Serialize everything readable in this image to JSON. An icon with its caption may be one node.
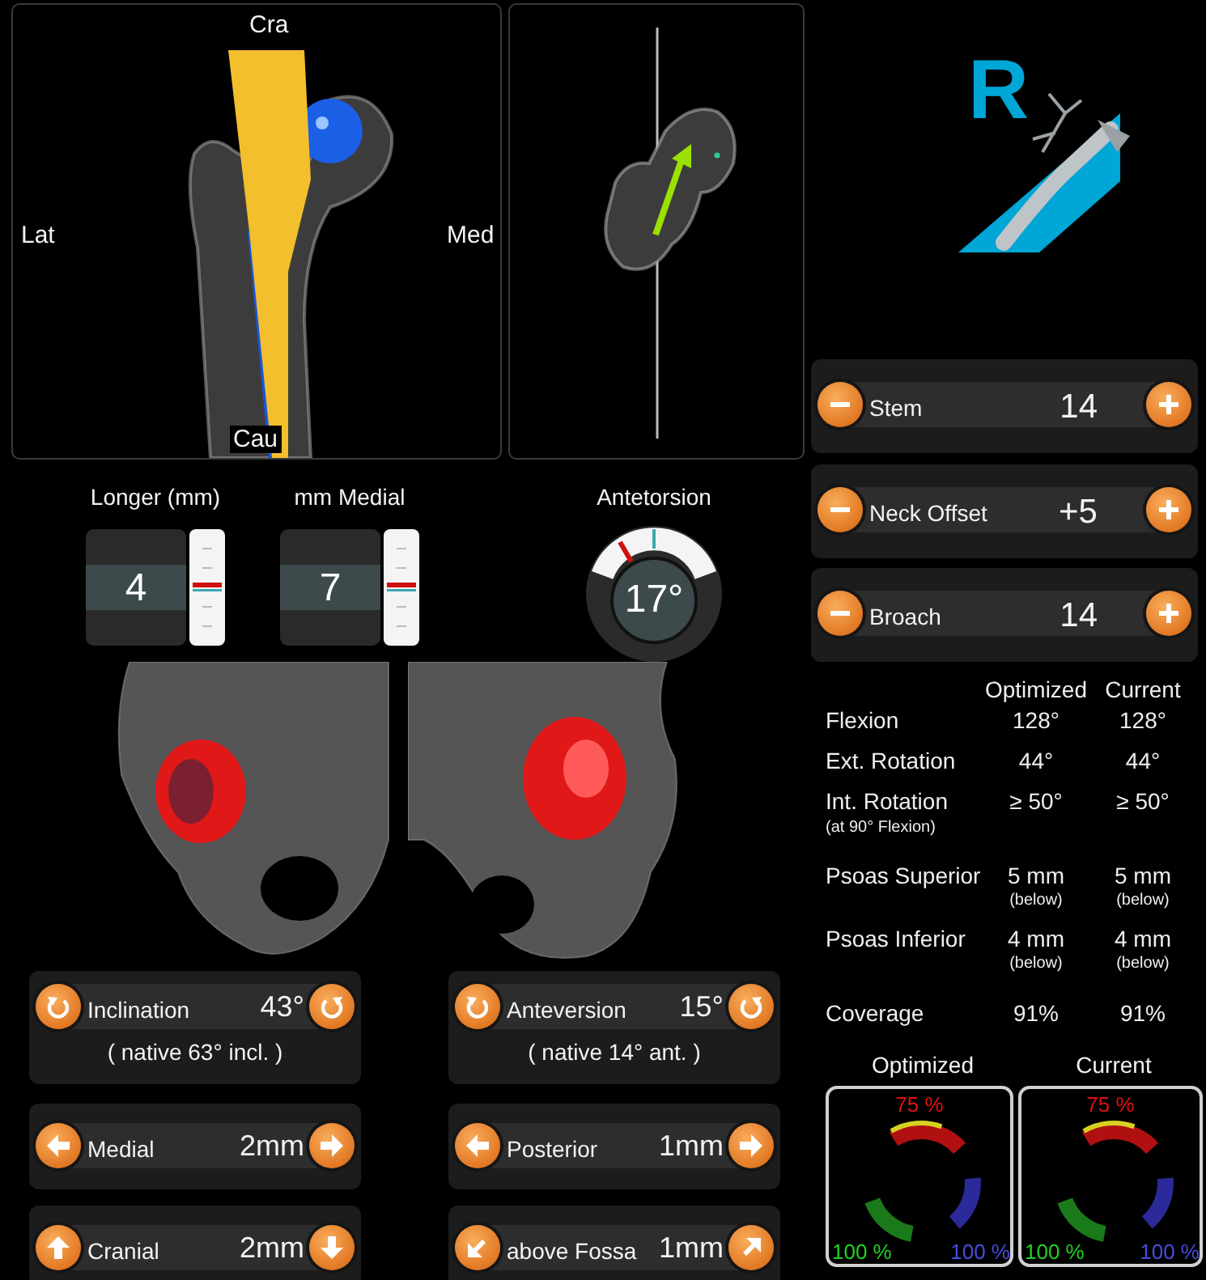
{
  "diagram": {
    "nodes": [
      {
        "text": [
          "Cra",
          "Lat",
          "Med",
          "Cau"
        ]
      },
      {
        "text": [],
        "shape": "picture"
      },
      {
        "text": [
          "R"
        ]
      },
      {
        "text": [
          "Stem",
          "14"
        ]
      },
      {
        "text": [
          "Neck Offset",
          "+5"
        ]
      },
      {
        "text": [
          "Broach",
          "14"
        ]
      },
      {
        "text": [
          "Longer (mm)",
          "4"
        ]
      },
      {
        "text": [
          "mm Medial",
          "7"
        ]
      },
      {
        "text": [
          "Antetorsion",
          "17°"
        ]
      },
      {
        "text": [],
        "shape": "picture"
      },
      {
        "text": [],
        "shape": "picture"
      },
      {
        "text": [
          "Inclination",
          "43°",
          "( native 63° incl. )"
        ]
      },
      {
        "text": [
          "Anteversion",
          "15°",
          "( native 14° ant. )"
        ]
      },
      {
        "text": [
          "Medial",
          "2mm"
        ]
      },
      {
        "text": [
          "Posterior",
          "1mm"
        ]
      },
      {
        "text": [
          "Cranial",
          "2mm"
        ]
      },
      {
        "text": [
          "above Fossa",
          "1mm"
        ]
      },
      {
        "text": [
          "75 %",
          "100 %",
          "100 %"
        ],
        "beside": [
          "Optimized"
        ]
      },
      {
        "text": [
          "75 %",
          "100 %",
          "100 %"
        ],
        "beside": [
          "Current"
        ]
      }
    ],
    "labels": [
      "Optimized",
      "Current",
      "Flexion",
      "128°",
      "128°",
      "Ext. Rotation",
      "44°",
      "44°",
      "Int. Rotation",
      "≥ 50°",
      "≥ 50°",
      "(at 90° Flexion)",
      "Psoas Superior",
      "5 mm",
      "5 mm",
      "(below)",
      "(below)",
      "Psoas Inferior",
      "4 mm",
      "4 mm",
      "(below)",
      "(below)",
      "Coverage",
      "91%",
      "91%"
    ]
  }
}
